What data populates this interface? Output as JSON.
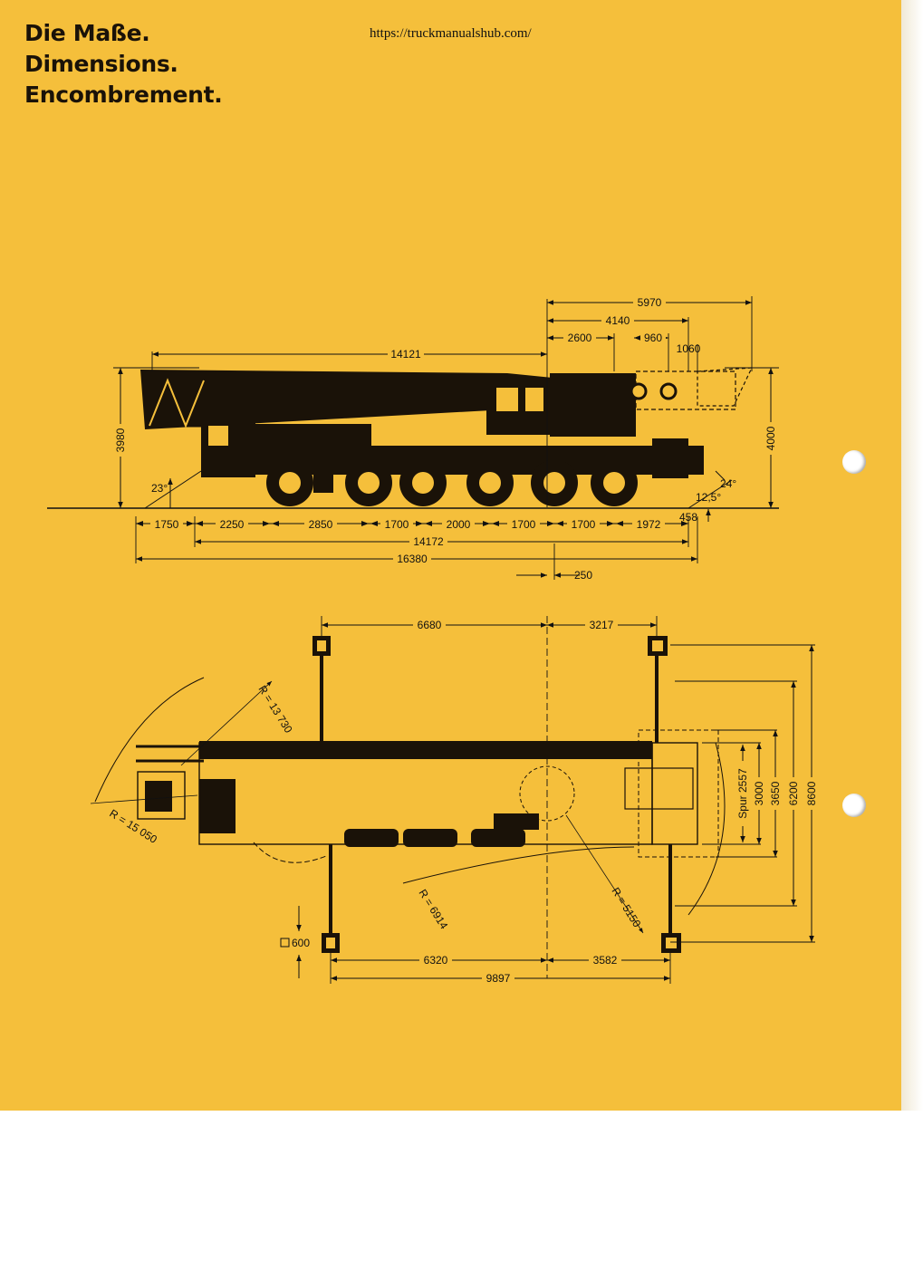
{
  "header": {
    "title_lines": [
      "Die Maße.",
      "Dimensions.",
      "Encombrement."
    ],
    "source_url": "https://truckmanualshub.com/"
  },
  "side_view": {
    "dims_top": [
      "5970",
      "4140",
      "2600",
      "960",
      "1060",
      "14121"
    ],
    "height_left": "3980",
    "height_right": "4000",
    "angle_front": "23°",
    "angle_rear": "24°",
    "angle_rear2": "12,5°",
    "clearance": "458",
    "axle_spacing": [
      "1750",
      "2250",
      "2850",
      "1700",
      "2000",
      "1700",
      "1700",
      "1972"
    ],
    "length_wheelbase": "14172",
    "length_total": "16380",
    "offset": "250"
  },
  "top_view": {
    "outrigger_top_left": "6680",
    "outrigger_top_right": "3217",
    "outrigger_bottom_left": "6320",
    "outrigger_bottom_right": "3582",
    "outrigger_total": "9897",
    "pad_size": "600",
    "radius_boom": "R = 13 730",
    "radius_front": "R = 15 050",
    "radius_counterweight": "R = 6914",
    "radius_tail": "R = 5150",
    "widths": [
      "Spur 2557",
      "3000",
      "3650",
      "6200",
      "8600"
    ]
  },
  "colors": {
    "paper": "#f5bf3b",
    "ink": "#111111"
  }
}
